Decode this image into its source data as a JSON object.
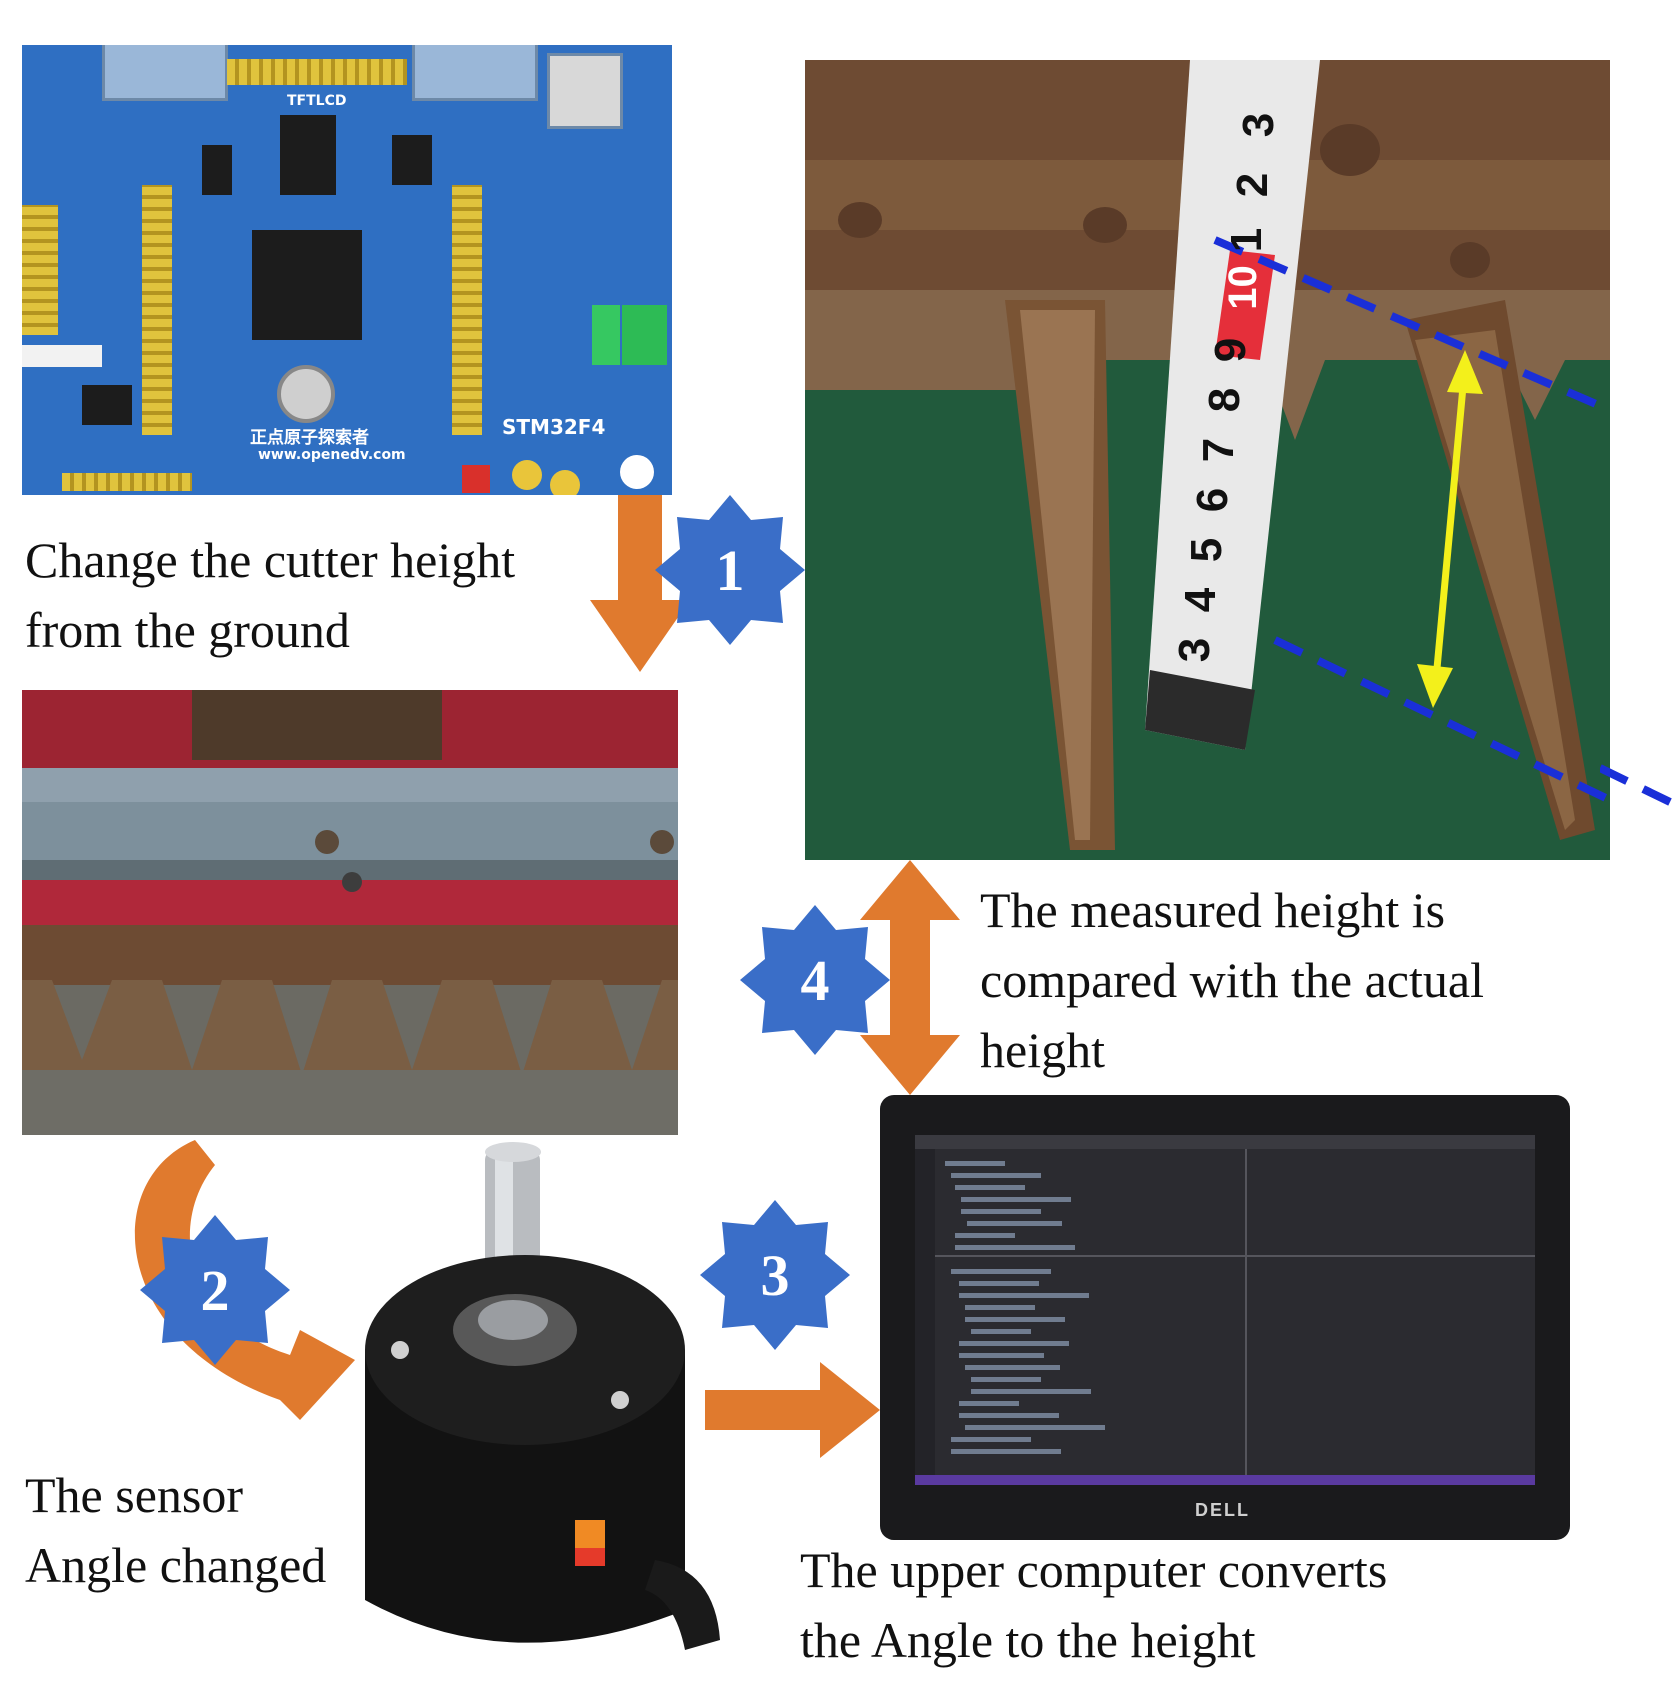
{
  "steps": [
    {
      "number": "1",
      "caption_lines": [
        "Change the cutter height",
        "from the ground"
      ]
    },
    {
      "number": "2",
      "caption_lines": [
        "The sensor",
        "Angle changed"
      ]
    },
    {
      "number": "3",
      "caption_lines": [
        "The upper computer converts",
        "the Angle to the height"
      ]
    },
    {
      "number": "4",
      "caption_lines": [
        "The measured height is",
        "compared with the actual",
        "height"
      ]
    }
  ],
  "photos": {
    "board": {
      "silk_title": "STM32F4",
      "silk_brand": "正点原子探索者",
      "silk_url": "www.openedv.com",
      "silk_lcd": "TFTLCD"
    },
    "ruler": {
      "digits": [
        "3",
        "4",
        "5",
        "6",
        "7",
        "8",
        "9",
        "10",
        "1",
        "2",
        "3"
      ]
    },
    "laptop": {
      "brand": "DELL"
    }
  },
  "colors": {
    "arrow": "#e07a2e",
    "badge": "#3a6ec8",
    "dashed_line": "#1a2fd8",
    "measure_arrow": "#f3f01b"
  }
}
